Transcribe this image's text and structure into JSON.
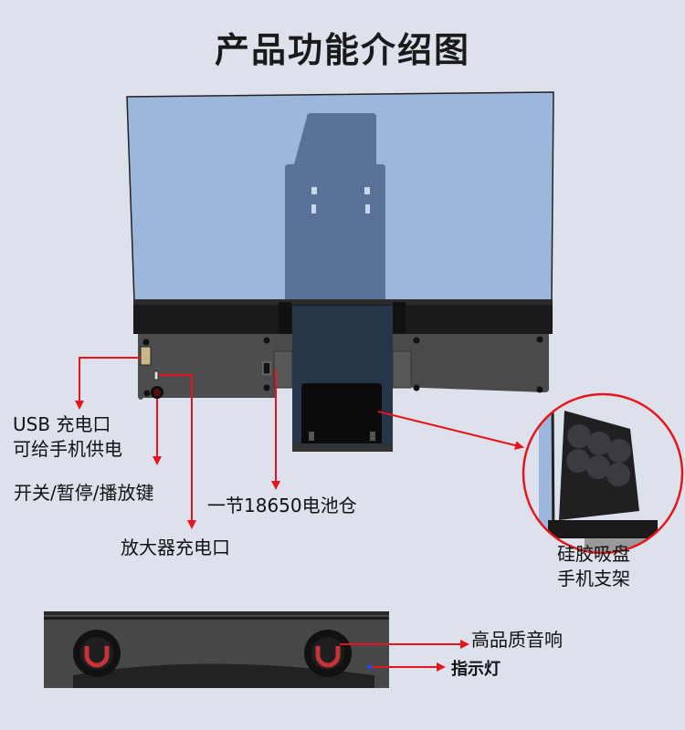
{
  "title": "产品功能介绍图",
  "labels": {
    "usb_line1": "USB 充电口",
    "usb_line2": "可给手机供电",
    "switch": "开关/暂停/播放键",
    "charge": "放大器充电口",
    "battery": "一节18650电池仓",
    "holder_line1": "硅胶吸盘",
    "holder_line2": "手机支架",
    "speaker": "高品质音响",
    "indicator": "指示灯"
  },
  "colors": {
    "background": "#dde1ec",
    "screen": "#9cb6dc",
    "stand": "#5a7298",
    "device_body": "#1c1c1e",
    "panel": "#4a4a4c",
    "arrow": "#e8141c",
    "indicator_led": "#1a4bff",
    "speaker_ring": "#c8323a"
  }
}
